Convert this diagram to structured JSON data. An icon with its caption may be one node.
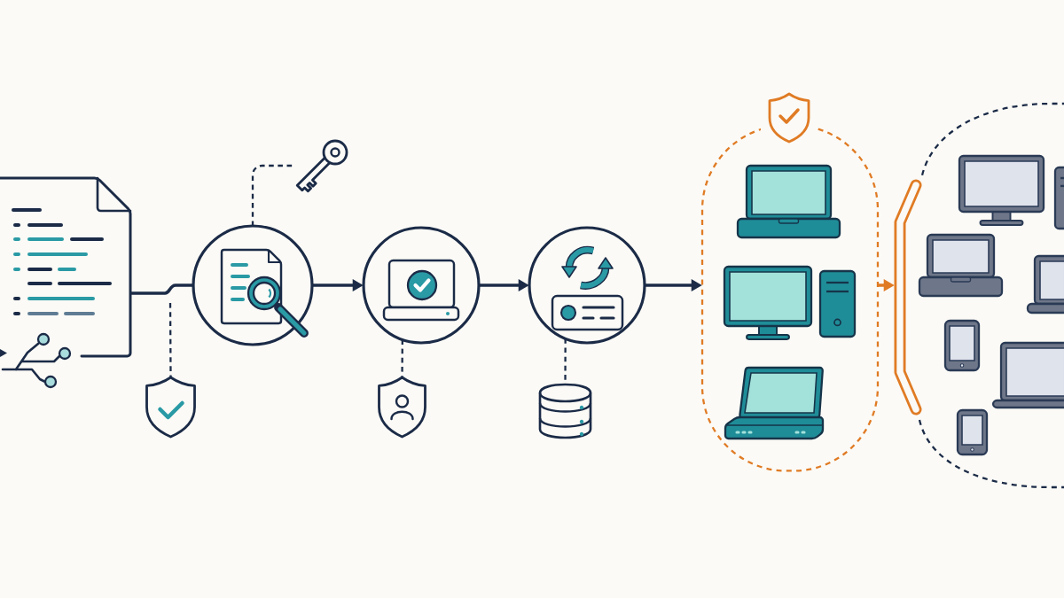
{
  "diagram": {
    "nodes": [
      {
        "text": [],
        "shape": "picture"
      },
      {
        "text": [],
        "shape": "circle"
      },
      {
        "text": [],
        "shape": "circle"
      },
      {
        "text": [],
        "shape": "circle"
      },
      {
        "text": [],
        "shape": "box"
      },
      {
        "text": [],
        "shape": "bar"
      },
      {
        "text": [],
        "shape": "box"
      },
      {
        "text": [],
        "shape": "picture"
      },
      {
        "text": [],
        "shape": "picture"
      },
      {
        "text": [],
        "shape": "picture"
      },
      {
        "text": [],
        "shape": "cylinder"
      }
    ],
    "edges": [
      {
        "from": 0,
        "to": 1,
        "arrow": "none"
      },
      {
        "from": 1,
        "to": 2,
        "arrow": "to"
      },
      {
        "from": 2,
        "to": 3,
        "arrow": "to"
      },
      {
        "from": 3,
        "to": 4,
        "arrow": "to"
      },
      {
        "from": 4,
        "to": 5,
        "arrow": "to",
        "color": "#e07b24"
      },
      {
        "from": 1,
        "to": 7,
        "arrow": "none",
        "style": "dashed"
      },
      {
        "from": null,
        "to": 8,
        "arrow": "none",
        "style": "dashed"
      },
      {
        "from": 2,
        "to": 9,
        "arrow": "none",
        "style": "dashed"
      },
      {
        "from": 3,
        "to": 10,
        "arrow": "none",
        "style": "dashed"
      }
    ]
  }
}
